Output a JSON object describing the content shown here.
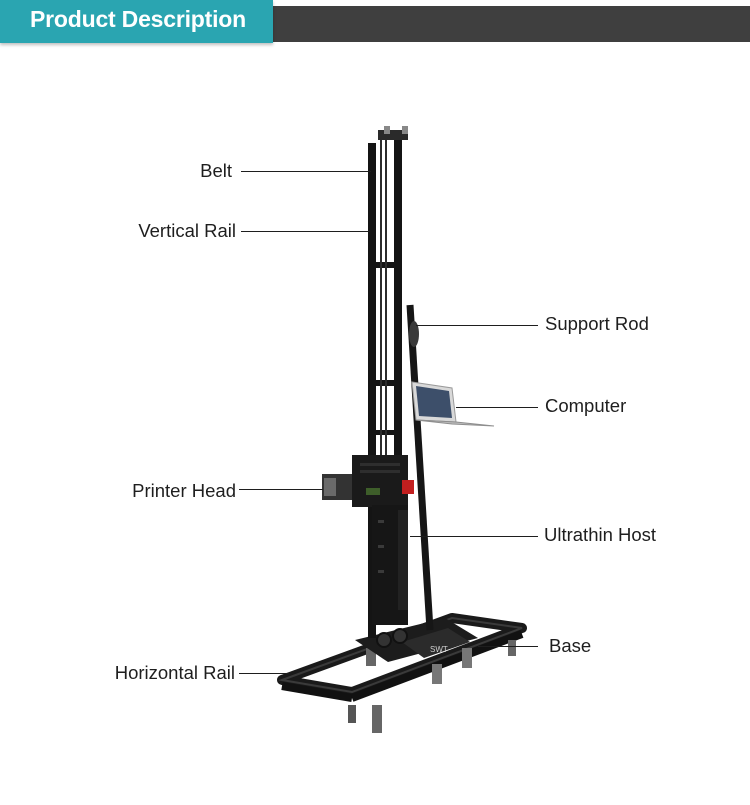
{
  "header": {
    "title": "Product Description",
    "colors": {
      "tab": "#2aa5b1",
      "bar": "#3f3f3f"
    }
  },
  "labels": {
    "belt": "Belt",
    "vertical_rail": "Vertical Rail",
    "support_rod": "Support Rod",
    "computer": "Computer",
    "printer_head": "Printer Head",
    "ultrathin_host": "Ultrathin Host",
    "base": "Base",
    "horizontal_rail": "Horizontal Rail"
  }
}
